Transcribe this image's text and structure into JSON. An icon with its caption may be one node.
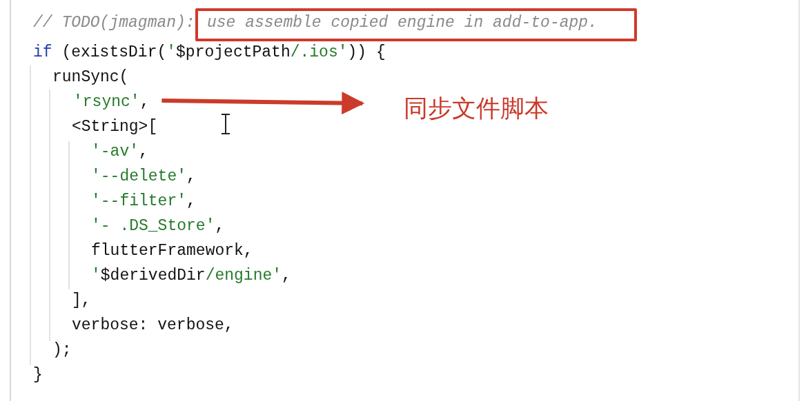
{
  "diagram": {
    "nodes": [
      {
        "text": [
          "use assemble copied engine in add-to-app."
        ],
        "beside": [
          "// TODO(jmagman):"
        ]
      },
      {
        "text": [
          "'rsync',"
        ]
      },
      {
        "text": [
          "同步文件脚本"
        ]
      }
    ],
    "edges": [
      {
        "from": 1,
        "to": 2,
        "arrow": "to",
        "color": "#cc3b2a"
      }
    ],
    "labels": [
      "if (existsDir('$projectPath/.ios')) {",
      "runSync(",
      "<String>[",
      "'-av',",
      "'--delete',",
      "'--filter',",
      "'- .DS_Store',",
      "flutterFramework,",
      "'$derivedDir/engine',",
      "],",
      "verbose: verbose,",
      ");",
      "}"
    ]
  }
}
